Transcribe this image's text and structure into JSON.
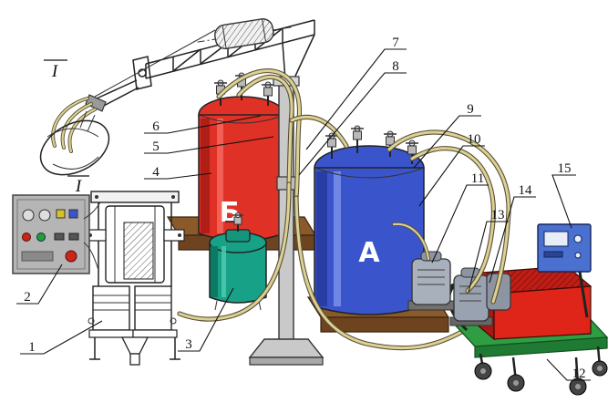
{
  "diagram": {
    "description": "Schematic of a polyurethane foam spraying installation with component callouts",
    "labels": {
      "n1": "1",
      "n2": "2",
      "n3": "3",
      "n4": "4",
      "n5": "5",
      "n6": "6",
      "n7": "7",
      "n8": "8",
      "n9": "9",
      "n10": "10",
      "n11": "11",
      "n12": "12",
      "n13": "13",
      "n14": "14",
      "n15": "15",
      "tank_left": "Б",
      "tank_right": "A",
      "roman_spray": "I",
      "roman_panel": "I"
    },
    "colors": {
      "tank_left_red": "#e03127",
      "tank_right_blue": "#3a55cb",
      "small_tank_green": "#17a186",
      "cart_platform_green": "#2f9e43",
      "cart_box_red": "#df2419",
      "panel_blue": "#4a70d0",
      "platform_brown": "#8a5a2b",
      "hose": "#ddd192",
      "control_panel_gray": "#b5b5b5",
      "metal_gray": "#c9c9c9"
    }
  }
}
